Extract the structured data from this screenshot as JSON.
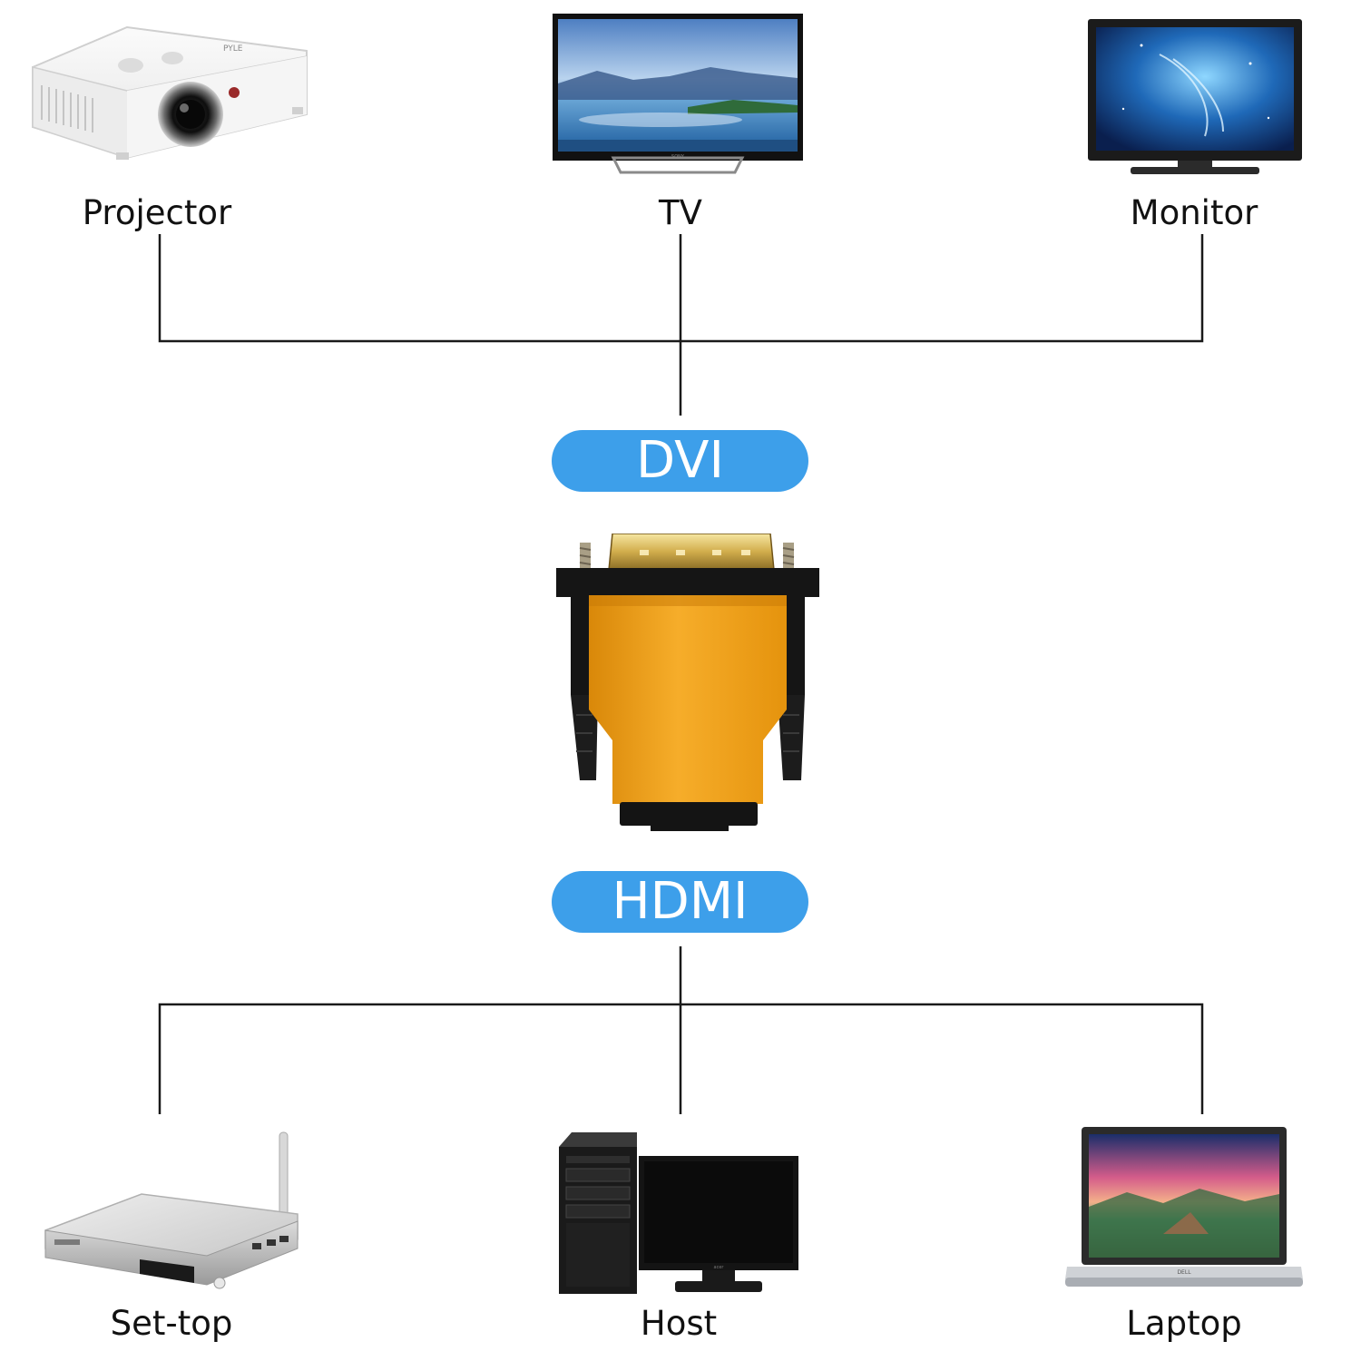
{
  "colors": {
    "pill": "#3d9fea",
    "line": "#1a1a1a",
    "adapter_body": "#f2a318",
    "adapter_plug": "#d8b656",
    "adapter_frame": "#151515"
  },
  "top_devices": [
    {
      "label": "Projector",
      "icon": "projector-icon"
    },
    {
      "label": "TV",
      "icon": "tv-icon"
    },
    {
      "label": "Monitor",
      "icon": "monitor-icon"
    }
  ],
  "adapter": {
    "top_port": "DVI",
    "bottom_port": "HDMI",
    "icon": "dvi-to-hdmi-adapter-icon"
  },
  "bottom_devices": [
    {
      "label": "Set-top",
      "icon": "set-top-box-icon"
    },
    {
      "label": "Host",
      "icon": "desktop-computer-icon"
    },
    {
      "label": "Laptop",
      "icon": "laptop-icon"
    }
  ]
}
